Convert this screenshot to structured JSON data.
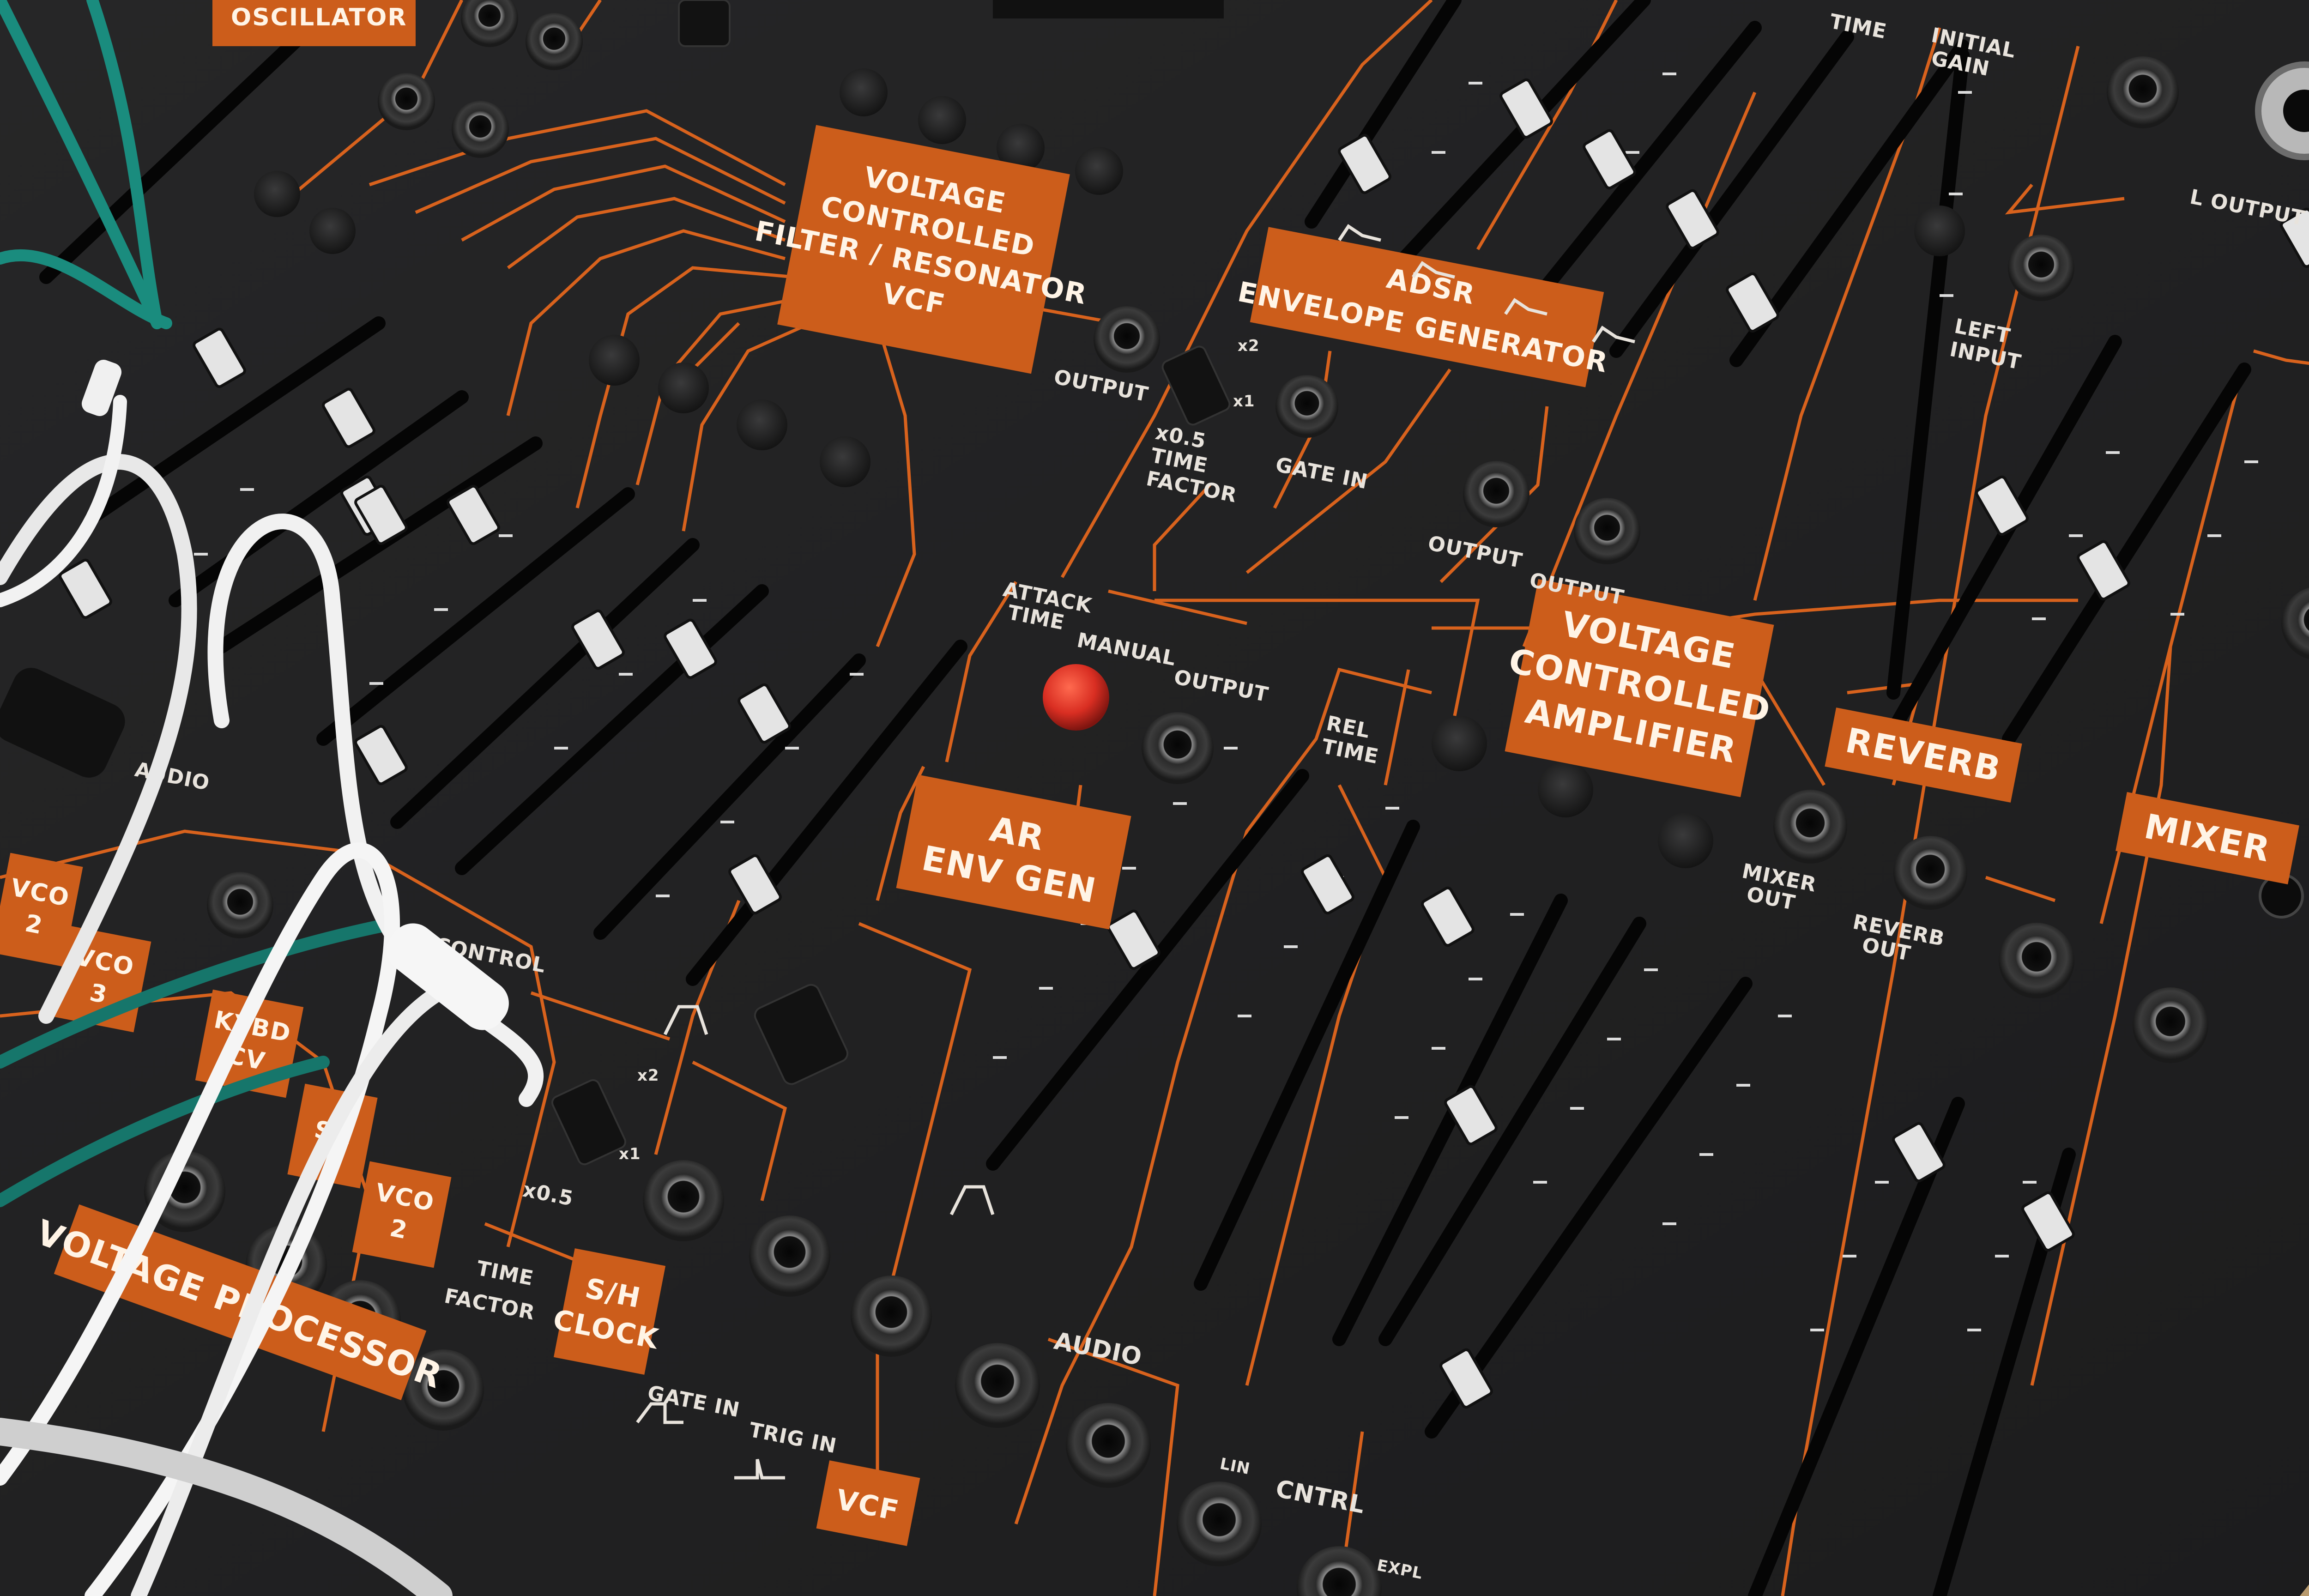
{
  "colors": {
    "panel": "#222223",
    "accent": "#d8621d",
    "tag": "#cc5d1b",
    "text": "#e8e3dc",
    "button_red": "#d92e22",
    "cable_white": "#f1f1f1",
    "cable_green": "#1a8c7e"
  },
  "panel_labels": {
    "vco_tag": "OSCILLATOR",
    "vcf_tag": "VOLTAGE CONTROLLED FILTER / RESONATOR VCF",
    "vcf_line1": "VOLTAGE",
    "vcf_line2": "CONTROLLED",
    "vcf_line3": "FILTER / RESONATOR",
    "vcf_line4": "VCF",
    "vcf_output": "OUTPUT",
    "adsr_line1": "ADSR",
    "adsr_line2": "ENVELOPE GENERATOR",
    "time_factor_x2": "x2",
    "time_factor_x1": "x1",
    "time_factor_x05": "x0.5",
    "time_factor_line1": "TIME",
    "time_factor_line2": "FACTOR",
    "gate_in": "GATE IN",
    "output_1": "OUTPUT",
    "output_2": "OUTPUT",
    "initial_gain_1": "INITIAL",
    "initial_gain_2": "GAIN",
    "time_top": "TIME",
    "l_output": "L OUTPUT",
    "left_input_1": "LEFT",
    "left_input_2": "INPUT",
    "attack_time_1": "ATTACK",
    "attack_time_2": "TIME",
    "manual": "MANUAL",
    "ar_output": "OUTPUT",
    "rel_time_1": "REL",
    "rel_time_2": "TIME",
    "ar_line1": "AR",
    "ar_line2": "ENV GEN",
    "vca_line1": "VOLTAGE",
    "vca_line2": "CONTROLLED",
    "vca_line3": "AMPLIFIER",
    "reverb": "REVERB",
    "mixer": "MIXER",
    "mixer_out_1": "MIXER",
    "mixer_out_2": "OUT",
    "reverb_out_1": "REVERB",
    "reverb_out_2": "OUT",
    "audio_left": "AUDIO",
    "control": "CONTROL",
    "vco2_a": "VCO",
    "vco2_b": "2",
    "vco3_a": "VCO",
    "vco3_b": "3",
    "kybd_cv_1": "KYBD",
    "kybd_cv_2": "CV",
    "sr": "SR",
    "vco2_c": "VCO",
    "vco2_d": "2",
    "time_factor_b1": "TIME",
    "time_factor_b2": "FACTOR",
    "x2_b": "x2",
    "x1_b": "x1",
    "x05_b": "x0.5",
    "sh_clock_1": "S/H",
    "sh_clock_2": "CLOCK",
    "gate_in_b": "GATE IN",
    "trig_in": "TRIG IN",
    "voltage_processor": "VOLTAGE PROCESSOR",
    "audio_bottom": "AUDIO",
    "vcf_bottom": "VCF",
    "lin": "LIN",
    "cntrl": "CNTRL",
    "expl": "EXPL"
  }
}
